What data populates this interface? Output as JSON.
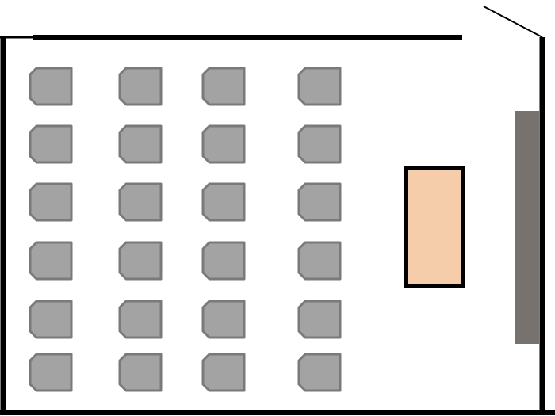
{
  "colors": {
    "wall": "#000000",
    "seat_fill": "#a3a3a3",
    "seat_stroke": "#7a7a7a",
    "desk_fill": "#f6cdaa",
    "desk_stroke": "#000000",
    "board_fill": "#767270",
    "background": "#ffffff"
  },
  "icons": {
    "seat": "chair-icon",
    "desk": "teacher-desk",
    "board": "whiteboard",
    "door": "door-swing"
  },
  "seating": {
    "rows": 6,
    "columns": 4,
    "count": 24
  }
}
